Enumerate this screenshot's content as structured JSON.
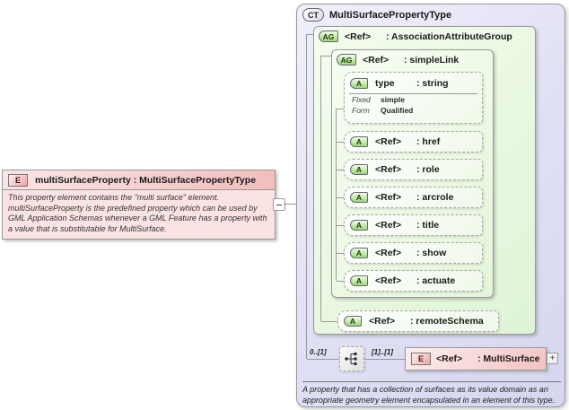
{
  "element_box": {
    "badge": "E",
    "title": "multiSurfaceProperty : MultiSurfacePropertyType",
    "annotation": "This property element contains the \"multi surface\" element. multiSurfaceProperty is the predefined property which can be used by GML Application Schemas whenever a GML Feature has a property with a value that is substitutable for MultiSurface."
  },
  "complex_type": {
    "badge": "CT",
    "title": "MultiSurfacePropertyType",
    "footer_annotation": "A property that has a collection of surfaces as its value domain as an appropriate geometry element encapsulated in an element of this type.",
    "association_attribute_group": {
      "badge": "AG",
      "ref": "<Ref>",
      "name": ": AssociationAttributeGroup"
    },
    "simple_link": {
      "badge": "AG",
      "ref": "<Ref>",
      "name": ": simpleLink"
    },
    "attributes": {
      "type": {
        "badge": "A",
        "label": "type",
        "datatype": ": string",
        "facets": {
          "fixed_label": "Fixed",
          "fixed_value": "simple",
          "form_label": "Form",
          "form_value": "Qualified"
        }
      },
      "href": {
        "badge": "A",
        "ref": "<Ref>",
        "name": ": href"
      },
      "role": {
        "badge": "A",
        "ref": "<Ref>",
        "name": ": role"
      },
      "arcrole": {
        "badge": "A",
        "ref": "<Ref>",
        "name": ": arcrole"
      },
      "title": {
        "badge": "A",
        "ref": "<Ref>",
        "name": ": title"
      },
      "show": {
        "badge": "A",
        "ref": "<Ref>",
        "name": ": show"
      },
      "actuate": {
        "badge": "A",
        "ref": "<Ref>",
        "name": ": actuate"
      },
      "remoteSchema": {
        "badge": "A",
        "ref": "<Ref>",
        "name": ": remoteSchema"
      }
    },
    "content_model": {
      "occurrence_left": "0..[1]",
      "occurrence_right": "[1]..[1]",
      "element": {
        "badge": "E",
        "ref": "<Ref>",
        "name": ": MultiSurface"
      },
      "expand_glyph": "+"
    }
  },
  "colors": {
    "element_pink": "#F2BCBC",
    "complex_type_lavender": "#DEDEF4",
    "attribute_group_green": "#DFF4D5",
    "badge_green": "#9ED977",
    "line_gray": "#999999"
  }
}
